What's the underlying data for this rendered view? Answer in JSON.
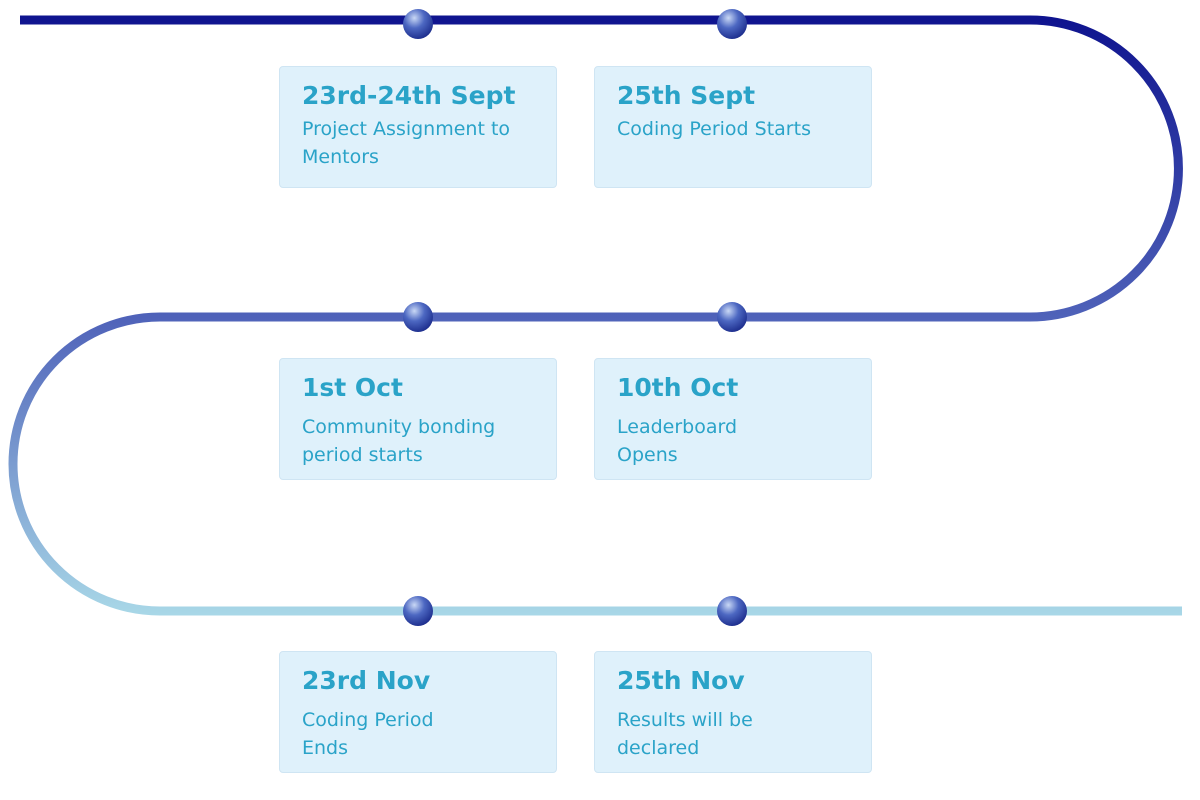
{
  "colors": {
    "card_bg": "#dff1fb",
    "card_text": "#2aa3c8",
    "path_start": "#0f148f",
    "path_mid": "#4f62b9",
    "path_end": "#a8d7e7",
    "milestone_dot": "#3a56b5"
  },
  "milestones": [
    {
      "date": "23rd-24th Sept",
      "description": "Project Assignment to Mentors"
    },
    {
      "date": "25th Sept",
      "description": "Coding Period Starts"
    },
    {
      "date": "1st Oct",
      "description": "Community bonding period starts"
    },
    {
      "date": "10th Oct",
      "description": "Leaderboard Opens"
    },
    {
      "date": "23rd Nov",
      "description": "Coding Period Ends"
    },
    {
      "date": "25th Nov",
      "description": "Results will be declared"
    }
  ]
}
